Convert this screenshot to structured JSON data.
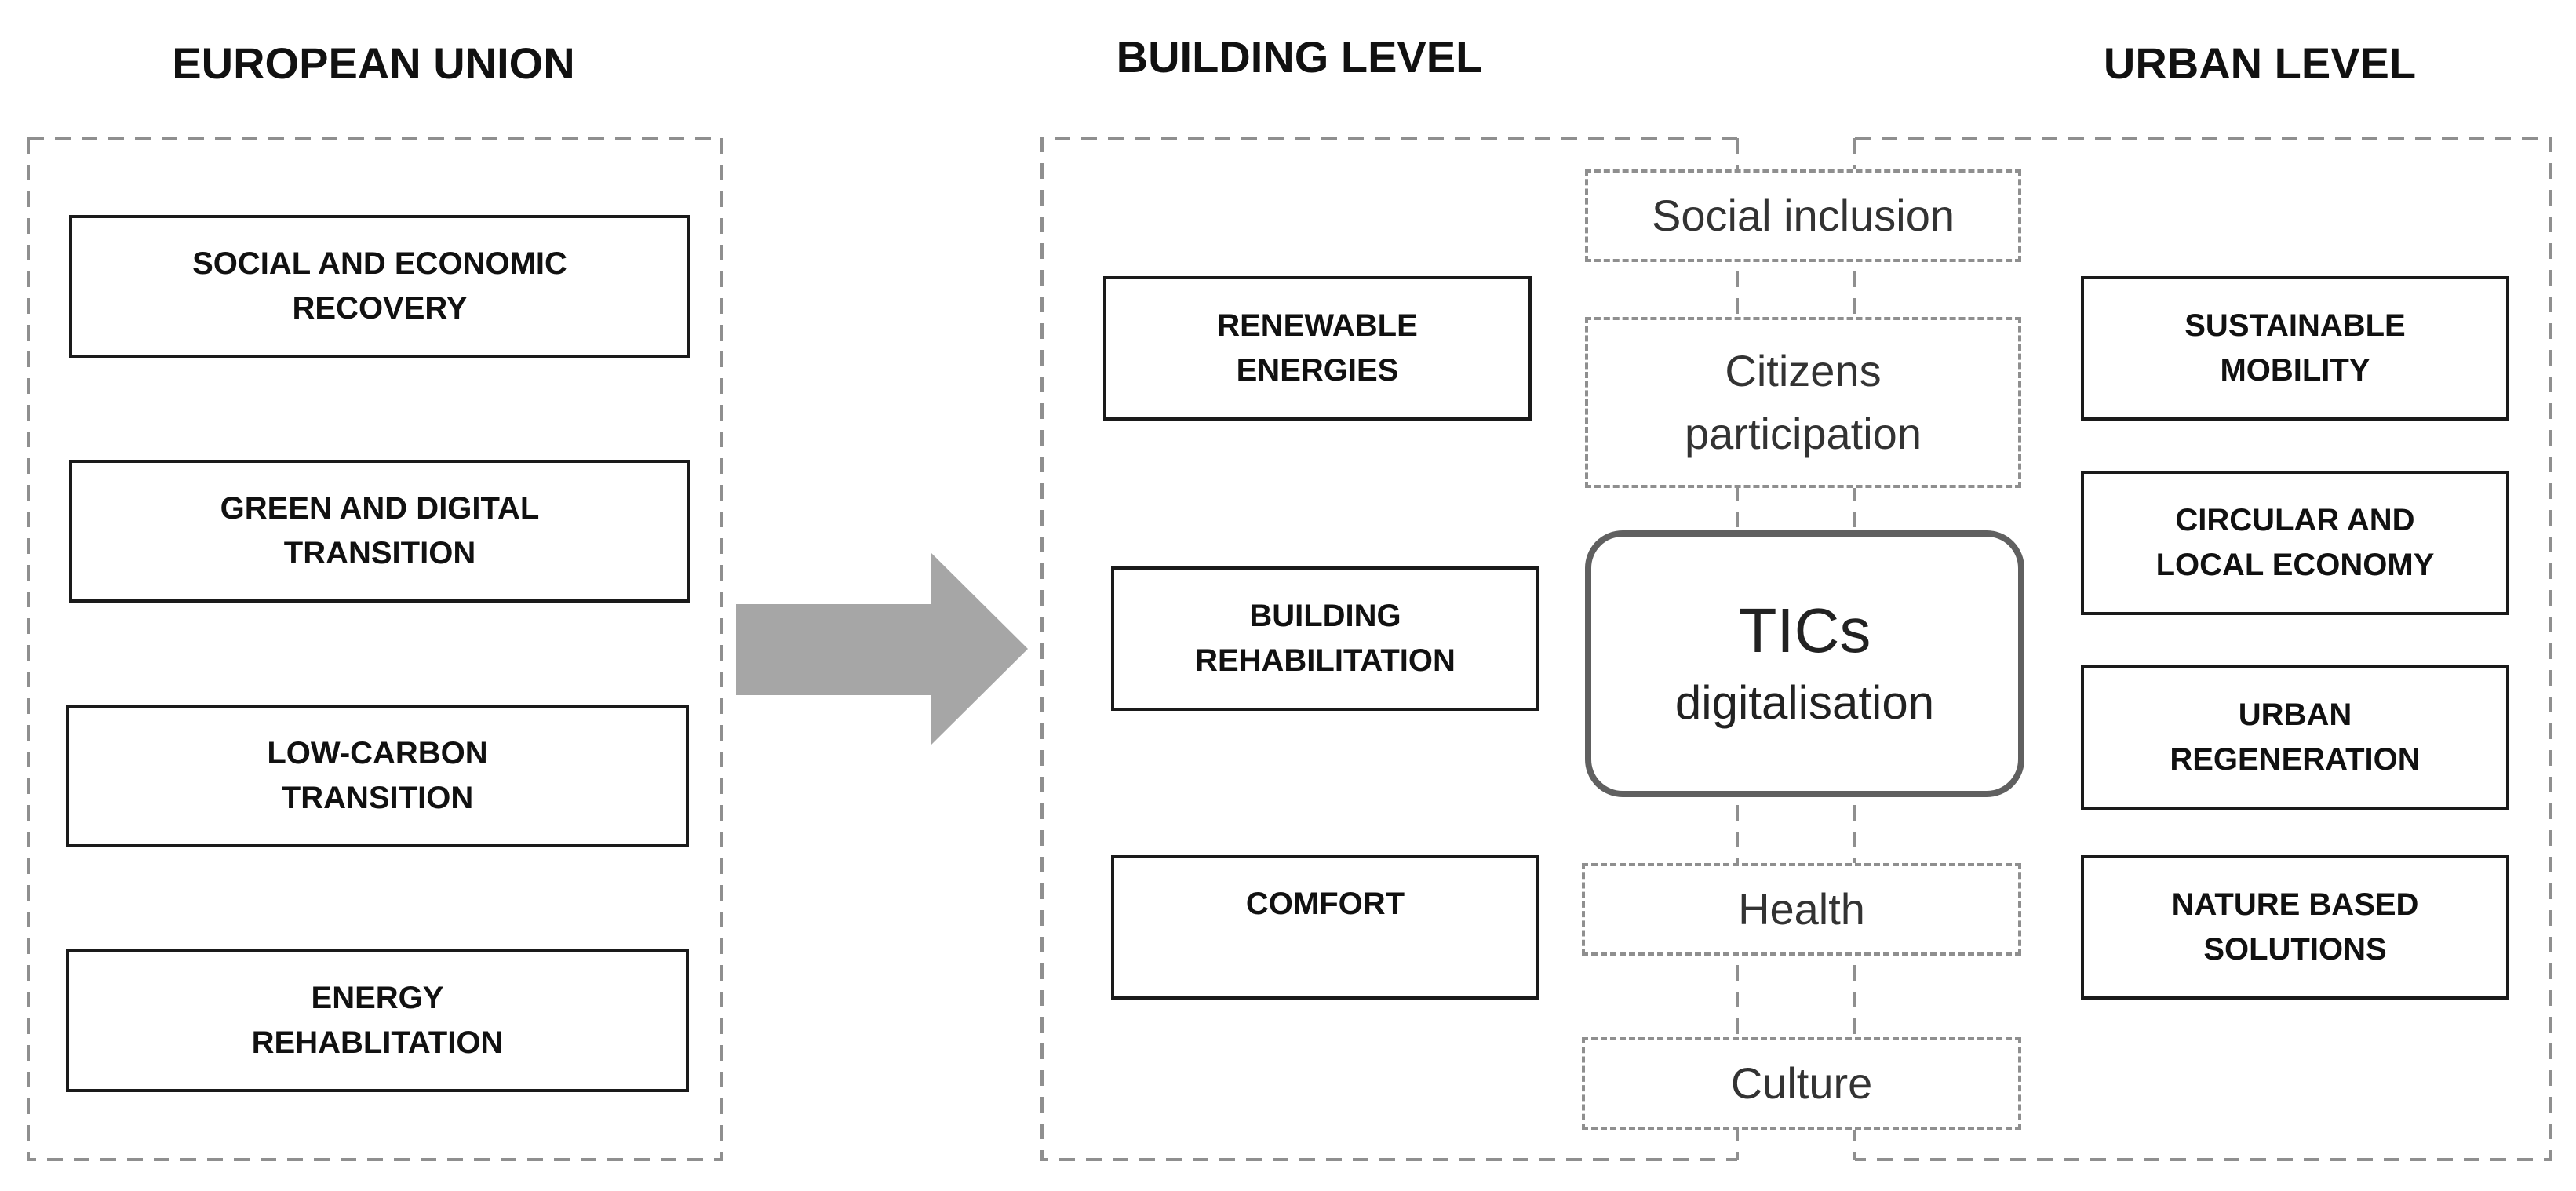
{
  "headings": {
    "eu": "EUROPEAN UNION",
    "building": "BUILDING LEVEL",
    "urban": "URBAN LEVEL"
  },
  "eu_boxes": [
    {
      "line1": "SOCIAL AND ECONOMIC",
      "line2": "RECOVERY"
    },
    {
      "line1": "GREEN AND DIGITAL",
      "line2": "TRANSITION"
    },
    {
      "line1": "LOW-CARBON",
      "line2": "TRANSITION"
    },
    {
      "line1": "ENERGY",
      "line2": "REHABLITATION"
    }
  ],
  "building_boxes": [
    {
      "line1": "RENEWABLE",
      "line2": "ENERGIES"
    },
    {
      "line1": "BUILDING",
      "line2": "REHABILITATION"
    },
    {
      "line1": "COMFORT",
      "line2": ""
    }
  ],
  "urban_boxes": [
    {
      "line1": "SUSTAINABLE",
      "line2": "MOBILITY"
    },
    {
      "line1": "CIRCULAR AND",
      "line2": "LOCAL ECONOMY"
    },
    {
      "line1": "URBAN",
      "line2": "REGENERATION"
    },
    {
      "line1": "NATURE BASED",
      "line2": "SOLUTIONS"
    }
  ],
  "cross_items": {
    "social_inclusion": "Social inclusion",
    "citizens_line1": "Citizens",
    "citizens_line2": "participation",
    "health": "Health",
    "culture": "Culture"
  },
  "core": {
    "title": "TICs",
    "subtitle": "digitalisation"
  },
  "colors": {
    "box_border": "#1a1a1a",
    "dashed_border": "#8f8f8f",
    "arrow": "#a6a6a6",
    "core_border": "#606060"
  }
}
